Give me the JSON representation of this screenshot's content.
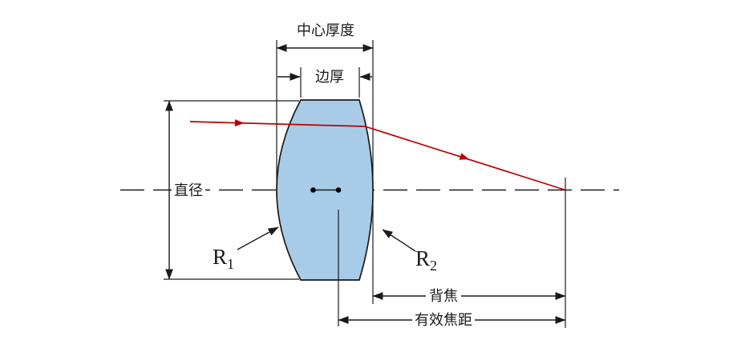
{
  "labels": {
    "center_thickness": "中心厚度",
    "edge_thickness": "边厚",
    "diameter": "直径",
    "back_focus": "背焦",
    "effective_focal_length": "有效焦距",
    "r1": "R",
    "r1_sub": "1",
    "r2": "R",
    "r2_sub": "2"
  },
  "colors": {
    "background": "#ffffff",
    "line": "#1a1a1a",
    "lens_fill": "#a8cce8",
    "ray": "#c00000"
  }
}
